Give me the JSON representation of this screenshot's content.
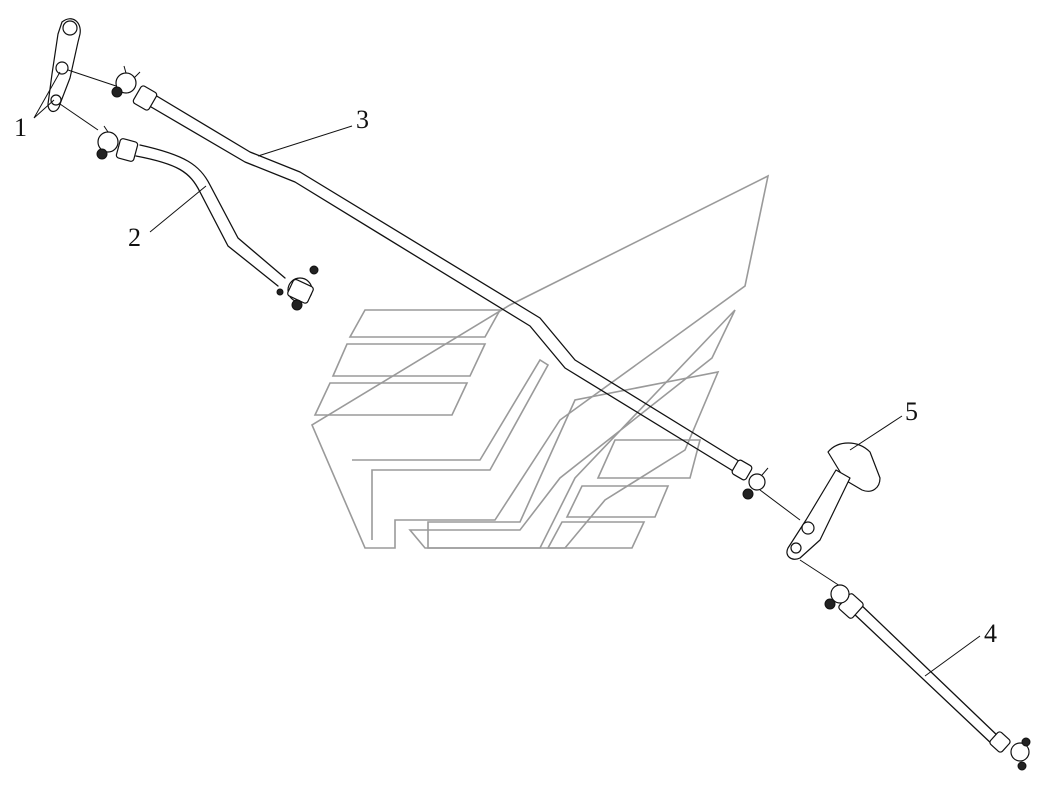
{
  "diagram": {
    "callouts": [
      {
        "id": "1",
        "label": "1"
      },
      {
        "id": "2",
        "label": "2"
      },
      {
        "id": "3",
        "label": "3"
      },
      {
        "id": "4",
        "label": "4"
      },
      {
        "id": "5",
        "label": "5"
      }
    ]
  },
  "colors": {
    "line": "#111111",
    "watermark": "#9a9a9a",
    "background": "#ffffff"
  }
}
